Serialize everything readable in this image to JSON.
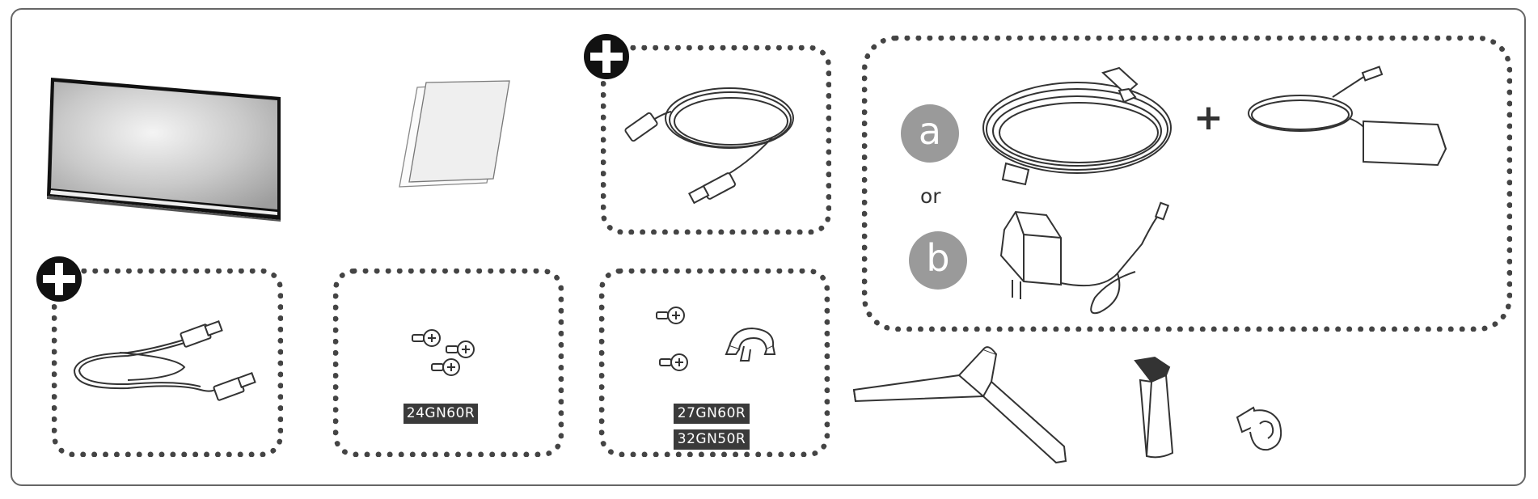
{
  "components": {
    "monitor": {
      "icon": "monitor-icon"
    },
    "documents": {
      "icon": "documents-icon"
    },
    "hdmi_cable": {
      "icon": "hdmi-cable-icon",
      "optional_marker": "plus-badge-icon"
    },
    "displayport_cable": {
      "icon": "displayport-cable-icon",
      "optional_marker": "plus-badge-icon"
    },
    "screws_set_a": {
      "icon": "screws-icon",
      "model": "24GN60R"
    },
    "screws_set_b": {
      "icon": "screws-and-cable-holder-icon",
      "models": [
        "27GN60R",
        "32GN50R"
      ]
    },
    "power_options": {
      "option_a": "a",
      "option_b": "b",
      "or_label": "or",
      "plus_label": "+",
      "power_cord_icon": "power-cord-icon",
      "ac_adapter_icon": "ac-dc-adapter-icon",
      "wall_adapter_icon": "wall-adapter-icon"
    },
    "stand_base": {
      "icon": "stand-base-icon"
    },
    "stand_body": {
      "icon": "stand-body-icon"
    },
    "cable_holder": {
      "icon": "cable-holder-icon"
    }
  },
  "colors": {
    "outline": "#444444",
    "tag_bg": "#3a3a3a",
    "option_circle": "#9a9a9a",
    "screen_gray": "#c4c4c4"
  }
}
